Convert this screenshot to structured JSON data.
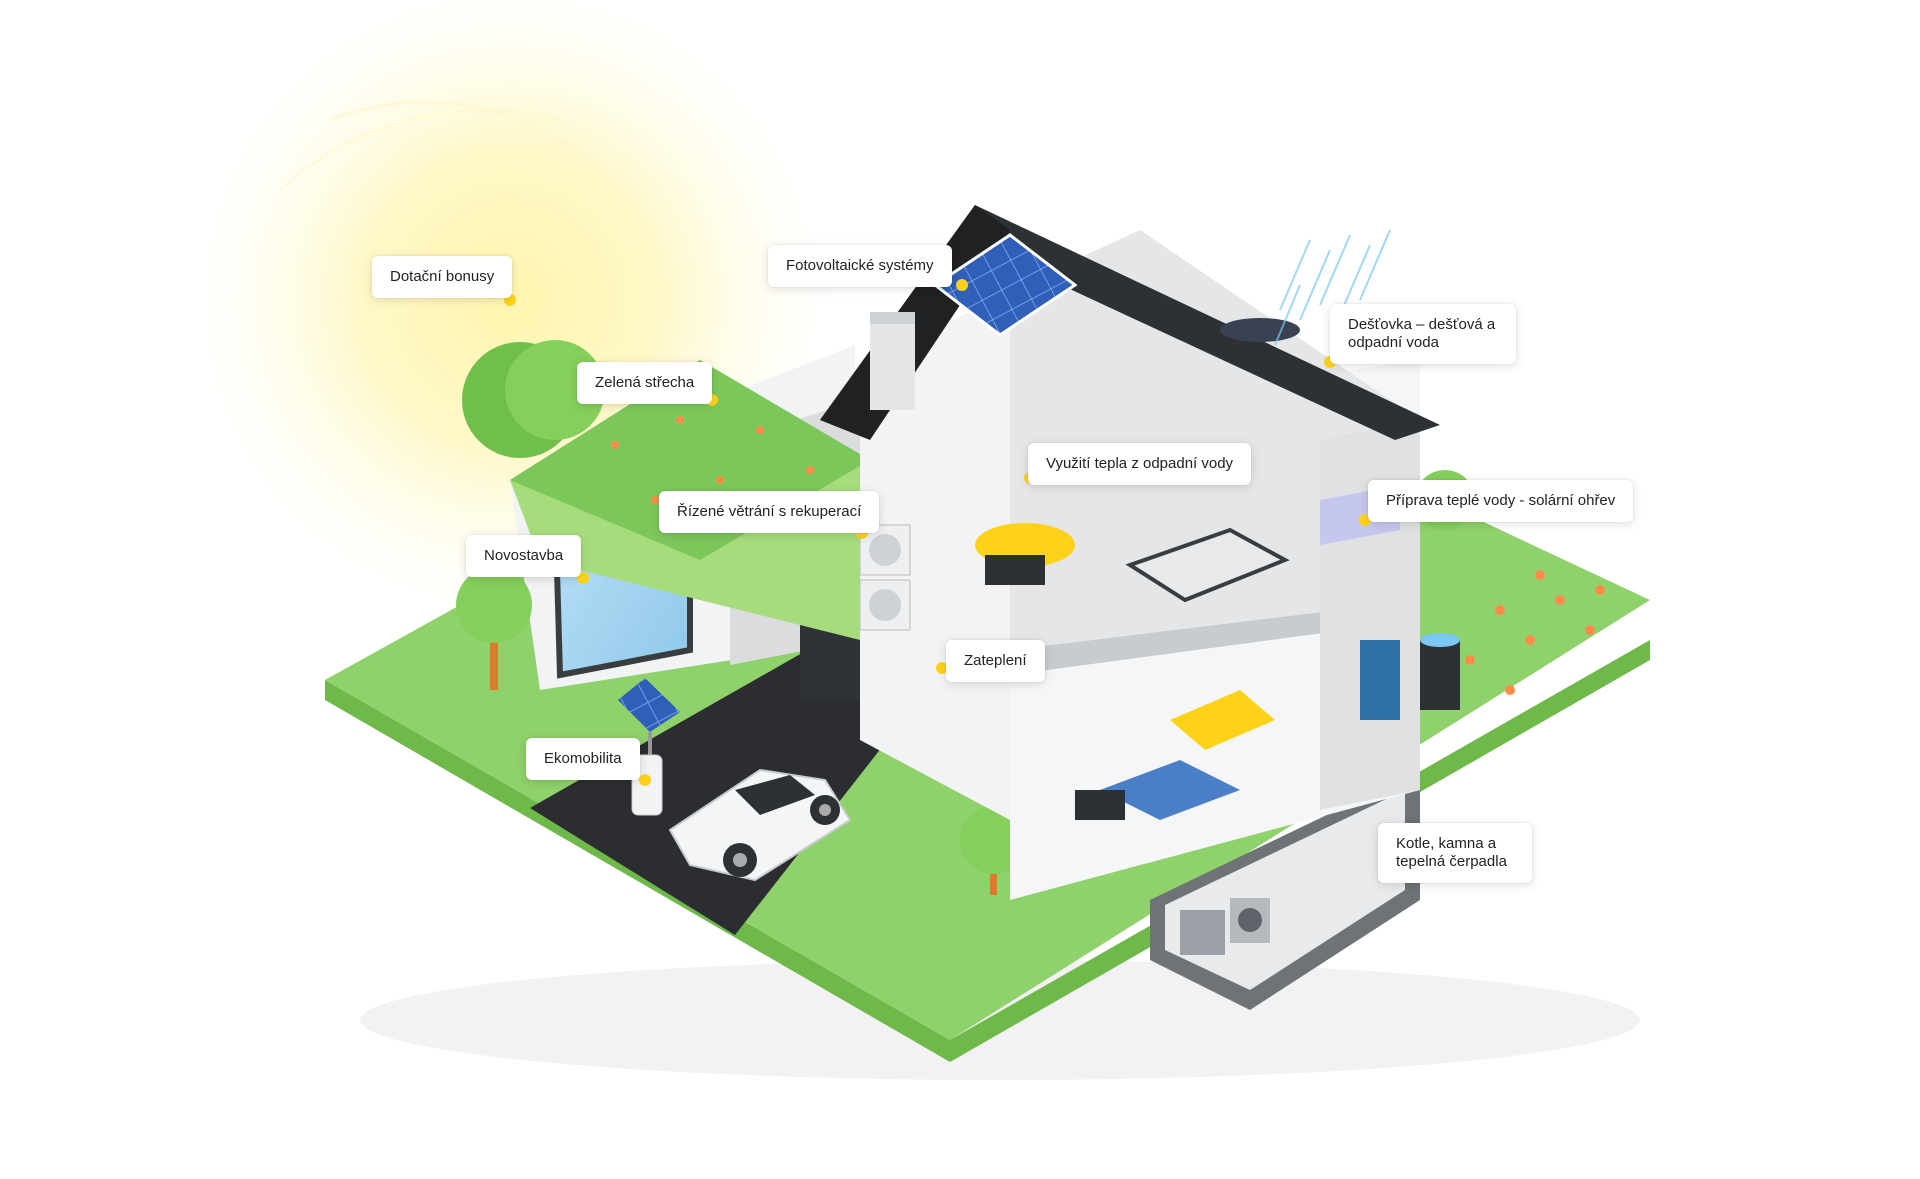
{
  "hotspots": {
    "dotacni_bonusy": "Dotační bonusy",
    "fotovoltaicke": "Fotovoltaické systémy",
    "destovka": "Dešťovka – dešťová a odpadní voda",
    "zelena_strecha": "Zelená střecha",
    "vyuziti_tepla": "Využití tepla z odpadní vody",
    "priprava_vody": "Příprava teplé vody - solární ohřev",
    "rizene_vetrani": "Řízené větrání s rekuperací",
    "novostavba": "Novostavba",
    "zatepleni": "Zateplení",
    "ekomobilita": "Ekomobilita",
    "kotle": "Kotle, kamna a tepelná čerpadla"
  },
  "colors": {
    "grass": "#8fd16a",
    "grass_side": "#6fb84a",
    "roof": "#2e3133",
    "wall": "#e9eaec",
    "accent": "#ffd21a",
    "solar": "#2f5fb8",
    "asphalt": "#2b2d30"
  }
}
